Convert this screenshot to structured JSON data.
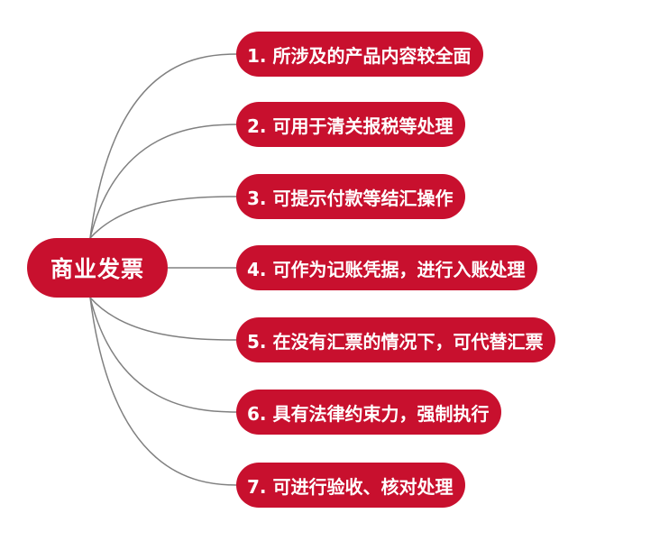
{
  "diagram": {
    "root": {
      "label": "商业发票"
    },
    "branches": [
      {
        "label": "1. 所涉及的产品内容较全面"
      },
      {
        "label": "2. 可用于清关报税等处理"
      },
      {
        "label": "3. 可提示付款等结汇操作"
      },
      {
        "label": "4. 可作为记账凭据，进行入账处理"
      },
      {
        "label": "5. 在没有汇票的情况下，可代替汇票"
      },
      {
        "label": "6. 具有法律约束力，强制执行"
      },
      {
        "label": "7. 可进行验收、核对处理"
      }
    ]
  },
  "colors": {
    "node_fill": "#c8102e",
    "node_text": "#ffffff",
    "connector": "#808080"
  }
}
